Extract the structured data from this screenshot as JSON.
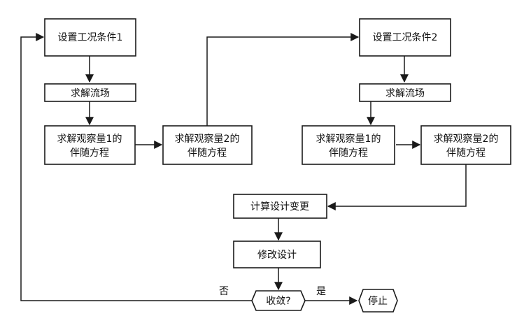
{
  "nodes": {
    "setup1": "设置工况条件1",
    "solve1": "求解流场",
    "adj1a_l1": "求解观察量1的",
    "adj1a_l2": "伴随方程",
    "adj1b_l1": "求解观察量2的",
    "adj1b_l2": "伴随方程",
    "setup2": "设置工况条件2",
    "solve2": "求解流场",
    "adj2a_l1": "求解观察量1的",
    "adj2a_l2": "伴随方程",
    "adj2b_l1": "求解观察量2的",
    "adj2b_l2": "伴随方程",
    "compute": "计算设计变更",
    "modify": "修改设计",
    "converge": "收敛?",
    "stop": "停止"
  },
  "branches": {
    "no": "否",
    "yes": "是"
  }
}
